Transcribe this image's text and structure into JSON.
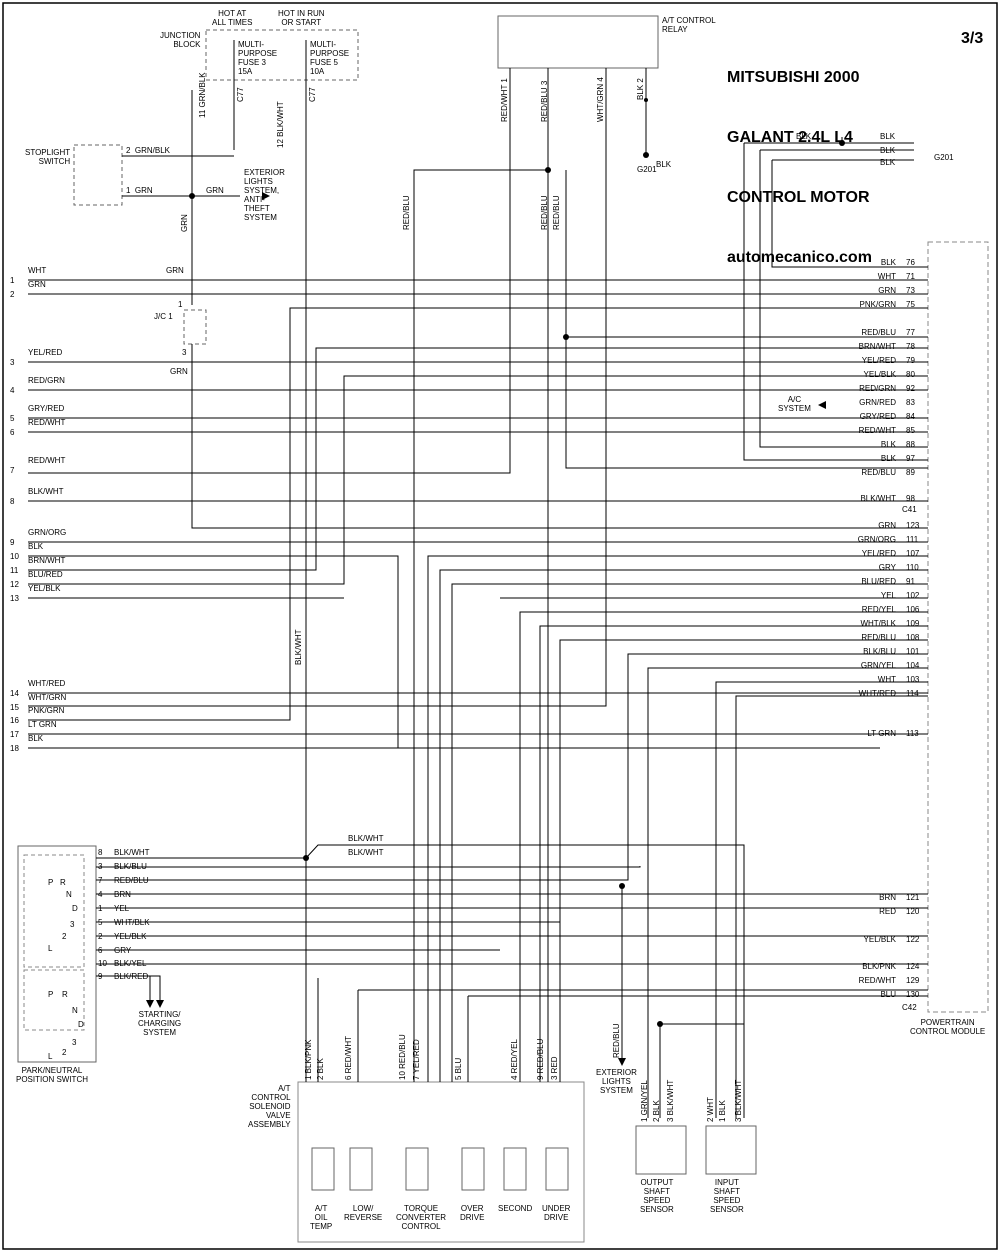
{
  "header": {
    "title_lines": [
      "MITSUBISHI 2000",
      "GALANT 2.4L L4",
      "CONTROL MOTOR",
      "automecanico.com"
    ],
    "page": "3/3"
  },
  "components": {
    "hot_at_all_times": "HOT AT\nALL TIMES",
    "hot_in_run": "HOT IN RUN\nOR START",
    "junction_block": "JUNCTION\nBLOCK",
    "fuse3": "MULTI-\nPURPOSE\nFUSE 3\n15A",
    "fuse5": "MULTI-\nPURPOSE\nFUSE 5\n10A",
    "at_relay": "A/T CONTROL\nRELAY",
    "stoplight_switch": "STOPLIGHT\nSWITCH",
    "exterior_lights_top": "EXTERIOR\nLIGHTS\nSYSTEM,\nANTI-\nTHEFT\nSYSTEM",
    "jc1": "J/C 1",
    "g201": "G201",
    "ac_system": "A/C\nSYSTEM",
    "pcm": "POWERTRAIN\nCONTROL MODULE",
    "pnp_switch": "PARK/NEUTRAL\nPOSITION SWITCH",
    "starting_charging": "STARTING/\nCHARGING\nSYSTEM",
    "solenoid_assembly": "A/T\nCONTROL\nSOLENOID\nVALVE\nASSEMBLY",
    "exterior_lights_bottom": "EXTERIOR\nLIGHTS\nSYSTEM",
    "output_sensor": "OUTPUT\nSHAFT\nSPEED\nSENSOR",
    "input_sensor": "INPUT\nSHAFT\nSPEED\nSENSOR",
    "c41": "C41",
    "c42": "C42",
    "c77a": "C77",
    "c77b": "C77",
    "solenoids": [
      "A/T\nOIL\nTEMP",
      "LOW/\nREVERSE",
      "TORQUE\nCONVERTER\nCONTROL",
      "OVER\nDRIVE",
      "SECOND",
      "UNDER\nDRIVE"
    ]
  },
  "left_wires": [
    {
      "num": "1",
      "label": "WHT",
      "mid": "GRN"
    },
    {
      "num": "2",
      "label": "GRN",
      "mid": ""
    },
    {
      "num": "3",
      "label": "YEL/RED",
      "mid": ""
    },
    {
      "num": "4",
      "label": "RED/GRN",
      "mid": ""
    },
    {
      "num": "5",
      "label": "GRY/RED",
      "mid": ""
    },
    {
      "num": "6",
      "label": "RED/WHT",
      "mid": ""
    },
    {
      "num": "7",
      "label": "RED/WHT",
      "mid": ""
    },
    {
      "num": "8",
      "label": "BLK/WHT",
      "mid": ""
    },
    {
      "num": "9",
      "label": "GRN/ORG",
      "mid": ""
    },
    {
      "num": "10",
      "label": "BLK",
      "mid": ""
    },
    {
      "num": "11",
      "label": "BRN/WHT",
      "mid": ""
    },
    {
      "num": "12",
      "label": "BLU/RED",
      "mid": ""
    },
    {
      "num": "13",
      "label": "YEL/BLK",
      "mid": ""
    },
    {
      "num": "14",
      "label": "WHT/RED",
      "mid": ""
    },
    {
      "num": "15",
      "label": "WHT/GRN",
      "mid": ""
    },
    {
      "num": "16",
      "label": "PNK/GRN",
      "mid": ""
    },
    {
      "num": "17",
      "label": "LT GRN",
      "mid": ""
    },
    {
      "num": "18",
      "label": "BLK",
      "mid": ""
    }
  ],
  "pcm_pins": [
    {
      "label": "BLK",
      "pin": "76"
    },
    {
      "label": "WHT",
      "pin": "71"
    },
    {
      "label": "GRN",
      "pin": "73"
    },
    {
      "label": "PNK/GRN",
      "pin": "75"
    },
    {
      "label": "RED/BLU",
      "pin": "77"
    },
    {
      "label": "BRN/WHT",
      "pin": "78"
    },
    {
      "label": "YEL/RED",
      "pin": "79"
    },
    {
      "label": "YEL/BLK",
      "pin": "80"
    },
    {
      "label": "RED/GRN",
      "pin": "92"
    },
    {
      "label": "GRN/RED",
      "pin": "83"
    },
    {
      "label": "GRY/RED",
      "pin": "84"
    },
    {
      "label": "RED/WHT",
      "pin": "85"
    },
    {
      "label": "BLK",
      "pin": "88"
    },
    {
      "label": "BLK",
      "pin": "97"
    },
    {
      "label": "RED/BLU",
      "pin": "89"
    },
    {
      "label": "BLK/WHT",
      "pin": "98"
    },
    {
      "label": "GRN",
      "pin": "123"
    },
    {
      "label": "GRN/ORG",
      "pin": "111"
    },
    {
      "label": "YEL/RED",
      "pin": "107"
    },
    {
      "label": "GRY",
      "pin": "110"
    },
    {
      "label": "BLU/RED",
      "pin": "91"
    },
    {
      "label": "YEL",
      "pin": "102"
    },
    {
      "label": "RED/YEL",
      "pin": "106"
    },
    {
      "label": "WHT/BLK",
      "pin": "109"
    },
    {
      "label": "RED/BLU",
      "pin": "108"
    },
    {
      "label": "BLK/BLU",
      "pin": "101"
    },
    {
      "label": "GRN/YEL",
      "pin": "104"
    },
    {
      "label": "WHT",
      "pin": "103"
    },
    {
      "label": "WHT/RED",
      "pin": "114"
    },
    {
      "label": "LT GRN",
      "pin": "113"
    },
    {
      "label": "BRN",
      "pin": "121"
    },
    {
      "label": "RED",
      "pin": "120"
    },
    {
      "label": "YEL/BLK",
      "pin": "122"
    },
    {
      "label": "BLK/PNK",
      "pin": "124"
    },
    {
      "label": "RED/WHT",
      "pin": "129"
    },
    {
      "label": "BLU",
      "pin": "130"
    }
  ],
  "pnp_wires": [
    {
      "num": "8",
      "label": "BLK/WHT"
    },
    {
      "num": "3",
      "label": "BLK/BLU"
    },
    {
      "num": "7",
      "label": "RED/BLU"
    },
    {
      "num": "4",
      "label": "BRN"
    },
    {
      "num": "1",
      "label": "YEL"
    },
    {
      "num": "5",
      "label": "WHT/BLK"
    },
    {
      "num": "2",
      "label": "YEL/BLK"
    },
    {
      "num": "6",
      "label": "GRY"
    },
    {
      "num": "10",
      "label": "BLK/YEL"
    },
    {
      "num": "9",
      "label": "BLK/RED"
    }
  ],
  "pnp_positions": {
    "upper": [
      "P",
      "R",
      "N",
      "D",
      "3",
      "2",
      "L"
    ],
    "lower": [
      "P",
      "R",
      "N",
      "D",
      "3",
      "2",
      "L"
    ]
  },
  "g201_wires": [
    "BLK",
    "BLK",
    "BLK",
    "BLK"
  ],
  "top_labels": {
    "grn_blk_11": "11 GRN/BLK",
    "blk_wht_12": "12 BLK/WHT",
    "relay_1": "RED/WHT 1",
    "relay_3": "RED/BLU 3",
    "relay_4": "WHT/GRN 4",
    "relay_2": "BLK 2",
    "relay_blk": "BLK",
    "stop_2": "2  GRN/BLK",
    "stop_1": "1  GRN",
    "grn_arrow": "GRN",
    "v_grn": "GRN",
    "v_redblu1": "RED/BLU",
    "v_redblu2": "RED/BLU",
    "v_redblu3": "RED/BLU",
    "v_blkwht": "BLK/WHT",
    "jc_1": "1",
    "jc_3": "3",
    "grn_below_jc": "GRN",
    "blkwht_a": "BLK/WHT",
    "blkwht_b": "BLK/WHT",
    "redblu_ext": "RED/BLU"
  },
  "solenoid_connector_labels": [
    "1 BLK/PNK",
    "2 BLK",
    "6 RED/WHT",
    "10 RED/BLU",
    "7 YEL/RED",
    "5 BLU",
    "4 RED/YEL",
    "9 RED/BLU",
    "3 RED"
  ],
  "sensor_labels": {
    "out": [
      "1 GRN/YEL",
      "2 BLK",
      "3 BLK/WHT"
    ],
    "in": [
      "2 WHT",
      "1 BLK",
      "3 BLK/WHT"
    ]
  }
}
